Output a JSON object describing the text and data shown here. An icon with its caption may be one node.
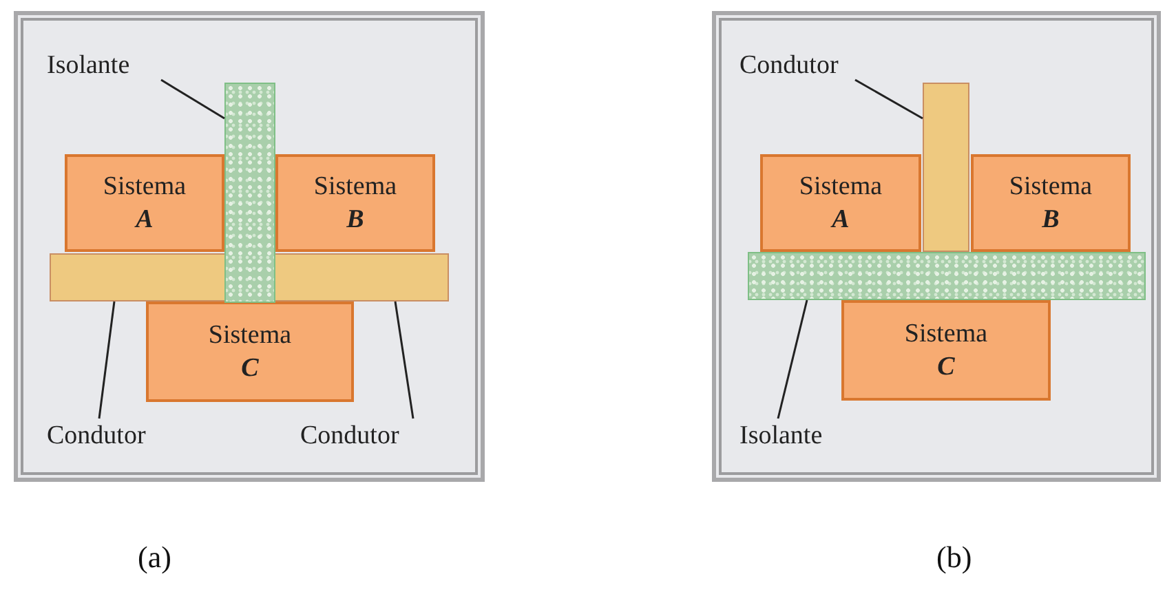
{
  "diagram": {
    "nodes": [
      {
        "text": [],
        "shape": "box"
      },
      {
        "text": [
          "Isolante"
        ],
        "in": 0
      },
      {
        "text": [],
        "shape": "bar",
        "in": 0
      },
      {
        "text": [
          "Sistema",
          "A"
        ],
        "in": 0
      },
      {
        "text": [
          "Sistema",
          "B"
        ],
        "in": 0
      },
      {
        "text": [],
        "shape": "bar",
        "in": 0
      },
      {
        "text": [
          "Sistema",
          "C"
        ],
        "in": 0
      },
      {
        "text": [
          "Condutor"
        ],
        "in": 0
      },
      {
        "text": [
          "Condutor"
        ],
        "in": 0
      },
      {
        "text": [],
        "shape": "box"
      },
      {
        "text": [
          "Condutor"
        ],
        "in": 9
      },
      {
        "text": [],
        "shape": "bar",
        "in": 9
      },
      {
        "text": [
          "Sistema",
          "A"
        ],
        "in": 9
      },
      {
        "text": [
          "Sistema",
          "B"
        ],
        "in": 9
      },
      {
        "text": [],
        "shape": "bar",
        "in": 9
      },
      {
        "text": [
          "Sistema",
          "C"
        ],
        "in": 9
      },
      {
        "text": [
          "Isolante"
        ],
        "in": 9
      }
    ],
    "edges": [
      {
        "from": 1,
        "to": 2,
        "arrow": "none"
      },
      {
        "from": 7,
        "to": 5,
        "arrow": "none"
      },
      {
        "from": 8,
        "to": 5,
        "arrow": "none"
      },
      {
        "from": 10,
        "to": 11,
        "arrow": "none"
      },
      {
        "from": 16,
        "to": 14,
        "arrow": "none"
      }
    ],
    "labels": [
      "(a)",
      "(b)"
    ]
  }
}
